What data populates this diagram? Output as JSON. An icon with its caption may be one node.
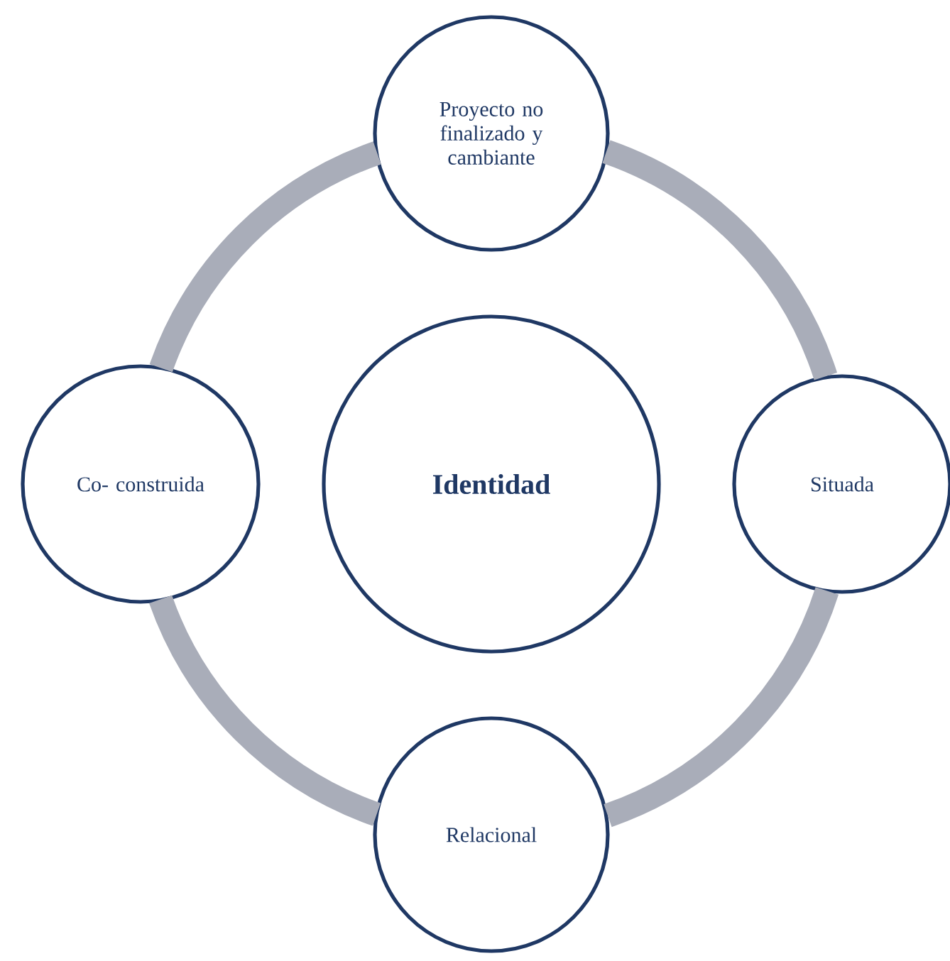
{
  "diagram": {
    "nodes": [
      {
        "text": [
          "Proyecto no finalizado y cambiante"
        ]
      },
      {
        "text": [
          "Co- construida"
        ]
      },
      {
        "text": [
          "Identidad"
        ]
      },
      {
        "text": [
          "Situada"
        ]
      },
      {
        "text": [
          "Relacional"
        ]
      }
    ],
    "edges": [
      {
        "from": 0,
        "to": 3,
        "arrow": "none"
      },
      {
        "from": 3,
        "to": 4,
        "arrow": "none"
      },
      {
        "from": 4,
        "to": 1,
        "arrow": "none"
      },
      {
        "from": 1,
        "to": 0,
        "arrow": "none"
      }
    ]
  }
}
